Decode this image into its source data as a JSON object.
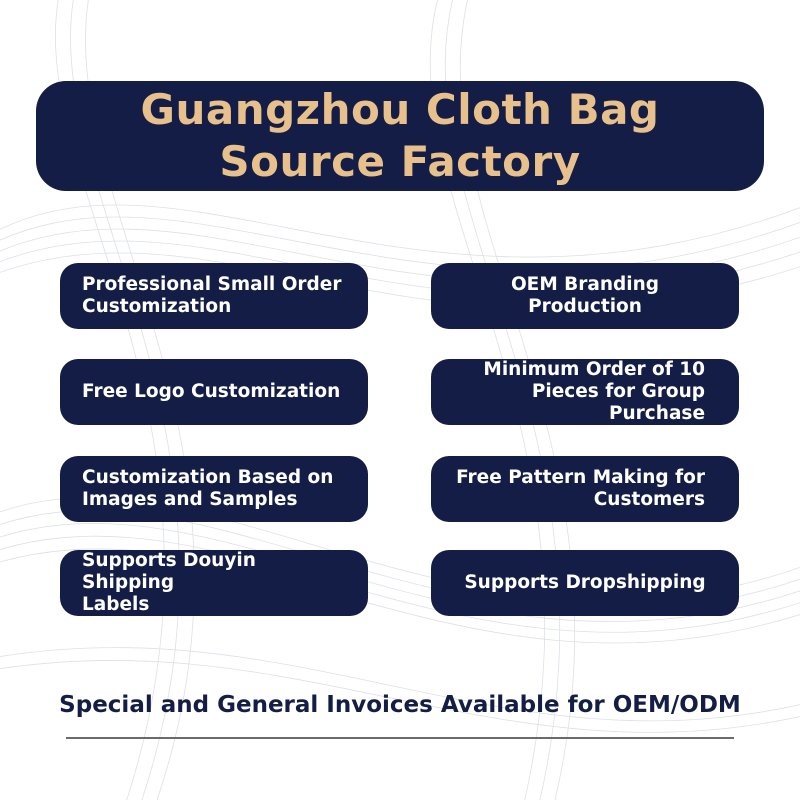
{
  "title": {
    "line1": "Guangzhou Cloth Bag",
    "line2": "Source Factory"
  },
  "features_left": [
    {
      "line1": "Professional Small Order",
      "line2": "Customization"
    },
    {
      "line1": "Free Logo Customization",
      "line2": ""
    },
    {
      "line1": "Customization Based on",
      "line2": "Images and Samples"
    },
    {
      "line1": "Supports Douyin Shipping",
      "line2": "Labels"
    }
  ],
  "features_right": [
    {
      "line1": "OEM Branding Production",
      "line2": ""
    },
    {
      "line1": "Minimum Order of 10",
      "line2": "Pieces for Group Purchase"
    },
    {
      "line1": "Free Pattern Making for",
      "line2": "Customers"
    },
    {
      "line1": "Supports Dropshipping",
      "line2": ""
    }
  ],
  "footer": {
    "text": "Special and General Invoices Available for OEM/ODM"
  },
  "colors": {
    "banner_bg": "#141d45",
    "title_text": "#e7c08c",
    "pill_text": "#ffffff",
    "footer_text": "#141d45"
  }
}
